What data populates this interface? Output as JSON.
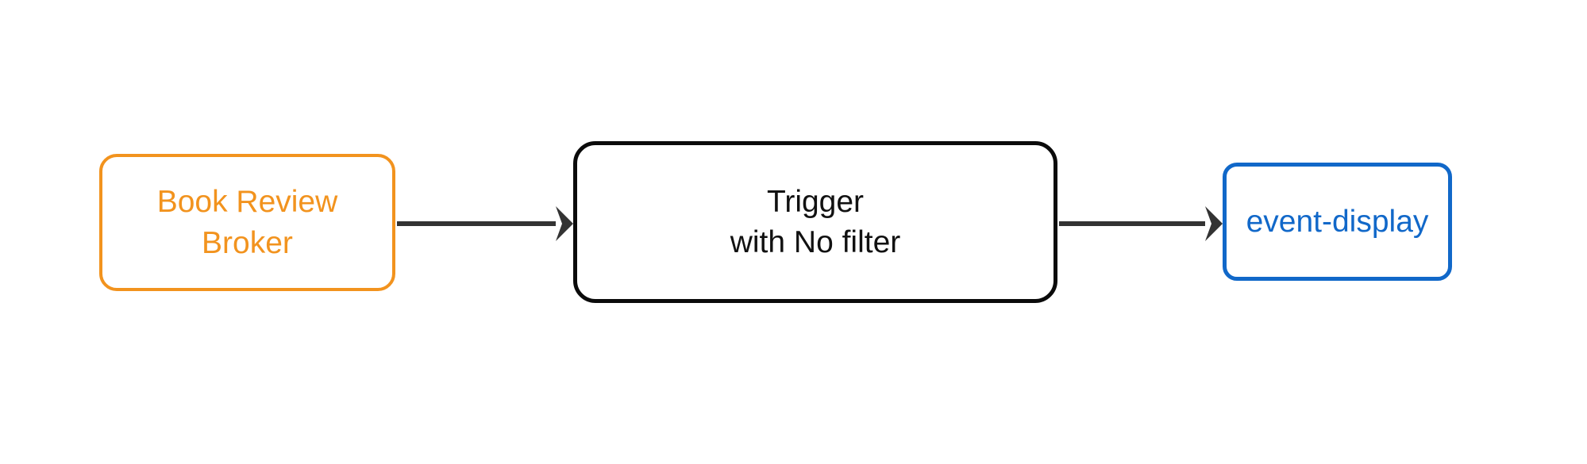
{
  "diagram": {
    "type": "flowchart",
    "direction": "left-to-right",
    "background_color": "#ffffff",
    "nodes": [
      {
        "id": "broker",
        "label": "Book Review\nBroker",
        "line1": "Book Review",
        "line2": "Broker",
        "shape": "rounded-rectangle",
        "stroke_color": "#F2931E",
        "text_color": "#F2931E",
        "fill_color": "#ffffff"
      },
      {
        "id": "trigger",
        "label": "Trigger\nwith No filter",
        "line1": "Trigger",
        "line2": "with No filter",
        "shape": "rounded-rectangle",
        "stroke_color": "#0b0b0b",
        "text_color": "#111111",
        "fill_color": "#ffffff"
      },
      {
        "id": "event-display",
        "label": "event-display",
        "line1": "event-display",
        "shape": "rounded-rectangle",
        "stroke_color": "#1168C9",
        "text_color": "#1168C9",
        "fill_color": "#ffffff"
      }
    ],
    "edges": [
      {
        "id": "edge-broker-trigger",
        "from": "broker",
        "to": "trigger",
        "label": "",
        "stroke_color": "#333333",
        "arrowhead": "filled-triangle"
      },
      {
        "id": "edge-trigger-event-display",
        "from": "trigger",
        "to": "event-display",
        "label": "",
        "stroke_color": "#333333",
        "arrowhead": "filled-triangle"
      }
    ],
    "colors": {
      "orange": "#F2931E",
      "blue": "#1168C9",
      "black": "#0b0b0b",
      "edge": "#333333"
    }
  }
}
